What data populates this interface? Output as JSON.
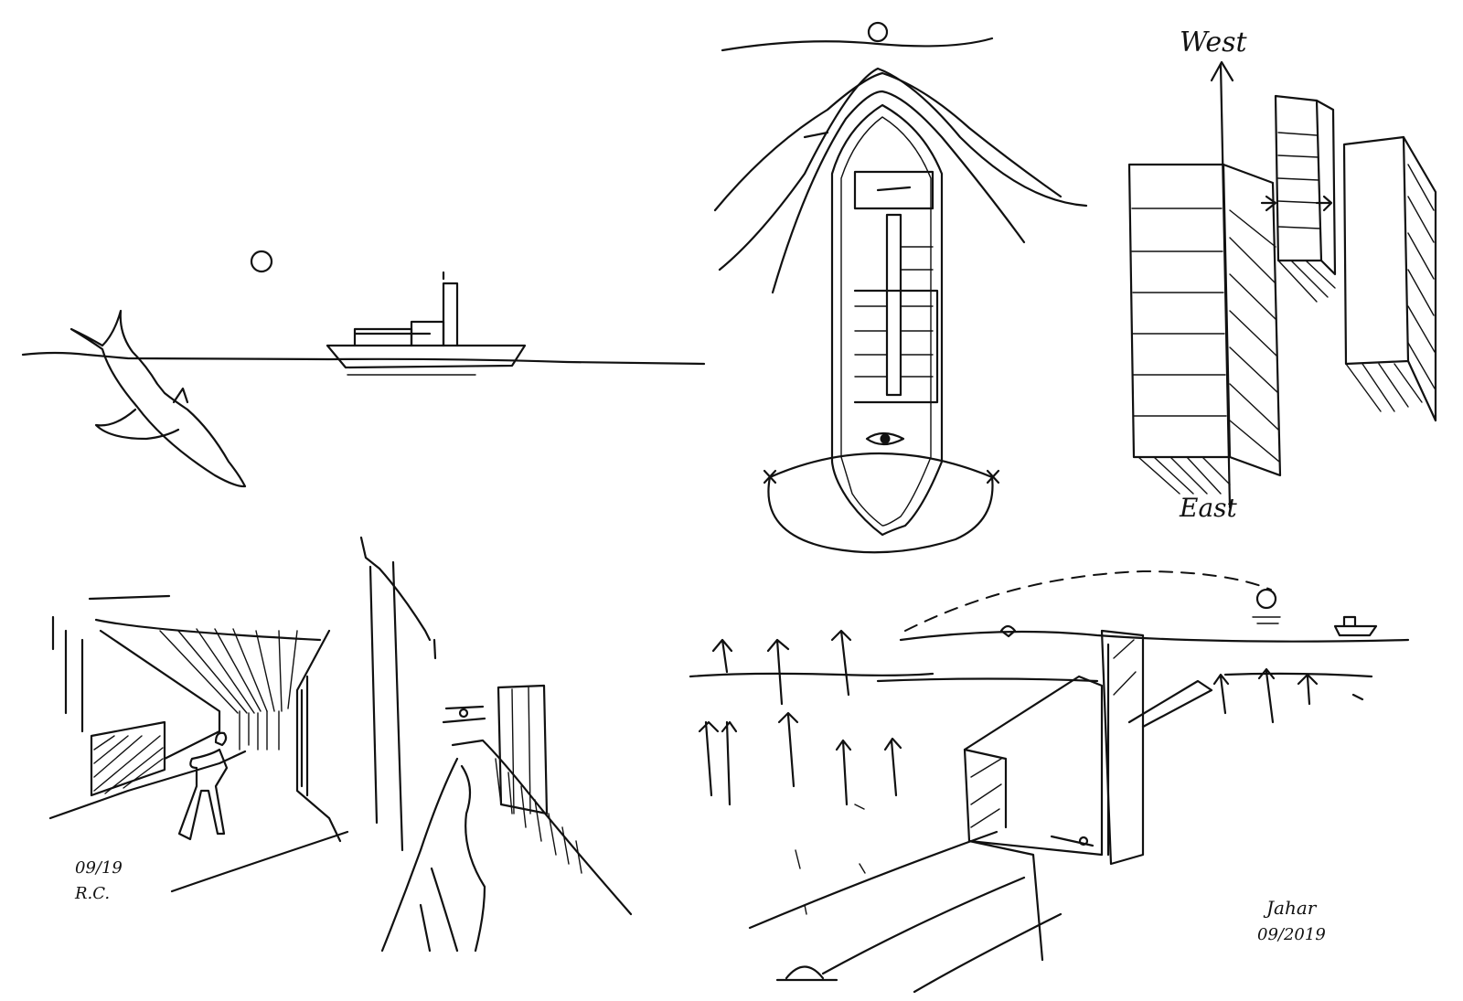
{
  "labels": {
    "north": "West",
    "south": "East",
    "date_left": "09/19",
    "initials_left": "R.C.",
    "signature_right": "Jahar",
    "date_right": "09/2019"
  }
}
